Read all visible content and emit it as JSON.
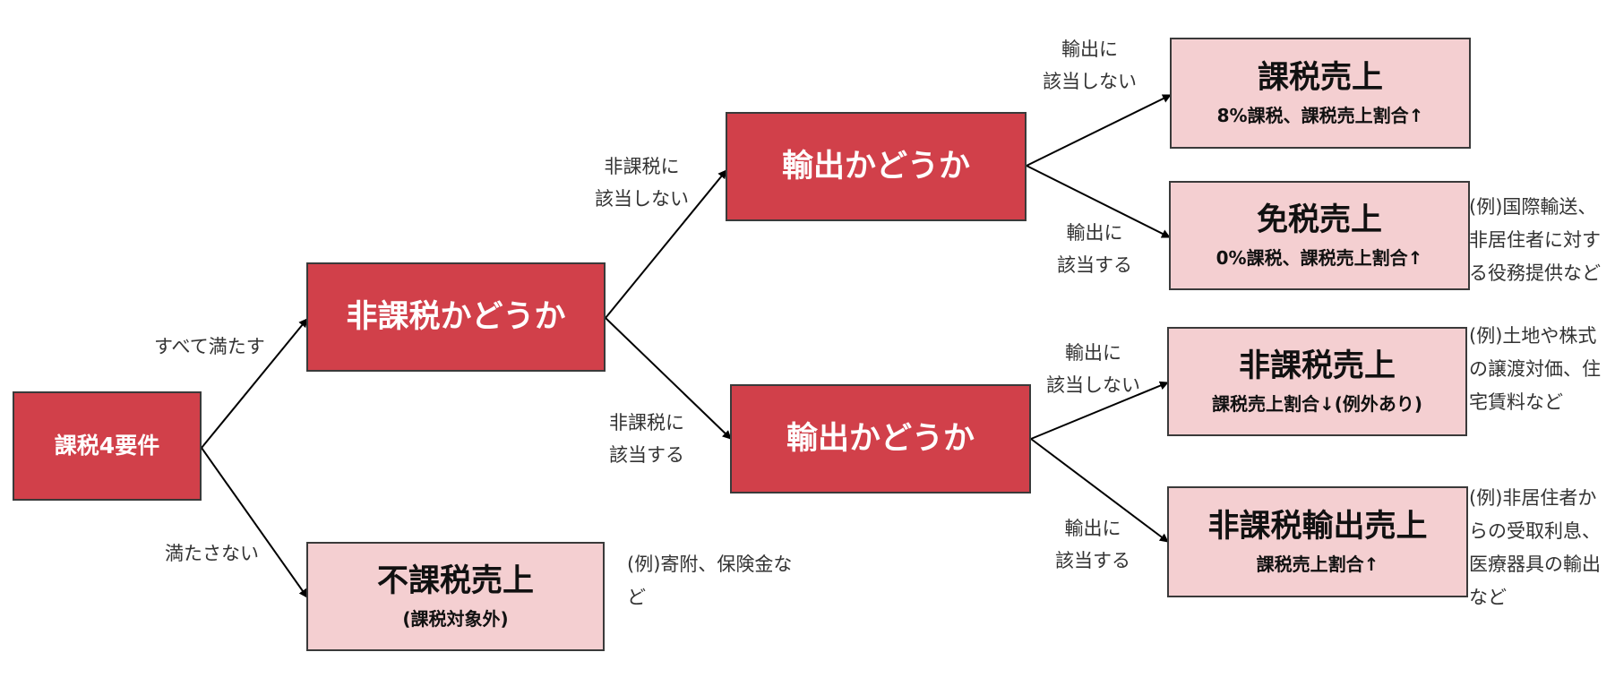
{
  "nodes": {
    "root": "課税4要件",
    "non_taxable_check": "非課税かどうか",
    "export_check_upper": "輸出かどうか",
    "export_check_lower": "輸出かどうか",
    "out_of_scope": {
      "title": "不課税売上",
      "sub": "(課税対象外)"
    },
    "taxable_sales": {
      "title": "課税売上",
      "sub": "8%課税、課税売上割合↑"
    },
    "exempt_sales": {
      "title": "免税売上",
      "sub": "0%課税、課税売上割合↑"
    },
    "non_taxable_sales": {
      "title": "非課税売上",
      "sub": "課税売上割合↓(例外あり)"
    },
    "non_taxable_export_sales": {
      "title": "非課税輸出売上",
      "sub": "課税売上割合↑"
    }
  },
  "edge_labels": {
    "all_met": "すべて満たす",
    "not_met": "満たさない",
    "not_non_taxable": "非課税に\n該当しない",
    "is_non_taxable": "非課税に\n該当する",
    "upper_not_export": "輸出に\n該当しない",
    "upper_is_export": "輸出に\n該当する",
    "lower_not_export": "輸出に\n該当しない",
    "lower_is_export": "輸出に\n該当する"
  },
  "notes": {
    "out_of_scope_example": "(例)寄附、保険金な\nど",
    "exempt_example": "(例)国際輸送、\n非居住者に対す\nる役務提供など",
    "non_taxable_example": "(例)土地や株式\nの譲渡対価、住\n宅賃料など",
    "non_taxable_export_example": "(例)非居住者か\nらの受取利息、\n医療器具の輸出\nなど"
  },
  "colors": {
    "decision_fill": "#d1404a",
    "result_fill": "#f4cfd1",
    "border": "#3a3a3a",
    "arrow": "#000000"
  }
}
